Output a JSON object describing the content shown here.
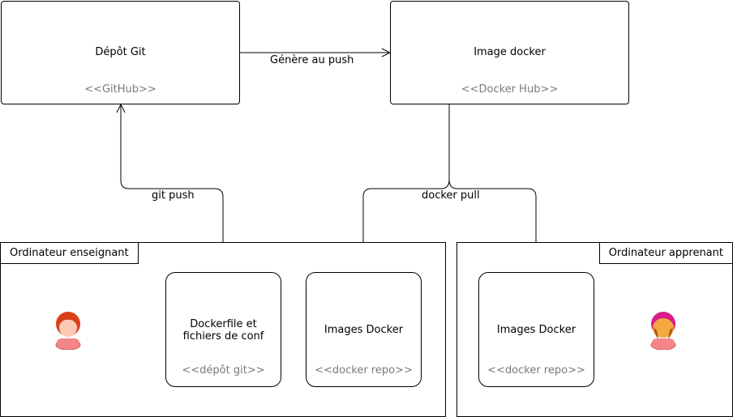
{
  "nodes": {
    "git_repo": {
      "title": "Dépôt Git",
      "stereotype": "<<GitHub>>"
    },
    "docker_image": {
      "title": "Image docker",
      "stereotype": "<<Docker Hub>>"
    },
    "dockerfile": {
      "title": "Dockerfile et fichiers de conf",
      "stereotype": "<<dépôt git>>"
    },
    "images_teacher": {
      "title": "Images Docker",
      "stereotype": "<<docker repo>>"
    },
    "images_learner": {
      "title": "Images Docker",
      "stereotype": "<<docker repo>>"
    }
  },
  "frames": {
    "teacher": {
      "label": "Ordinateur enseignant"
    },
    "learner": {
      "label": "Ordinateur apprenant"
    }
  },
  "edges": {
    "generates": "Génère  au push",
    "git_push": "git push",
    "docker_pull": "docker pull"
  },
  "actors": {
    "teacher": {
      "icon": "teacher-person-icon",
      "hair": "#d8401a",
      "skin": "#fccab4",
      "body": "#f4868a"
    },
    "learner": {
      "icon": "learner-person-icon",
      "hair": "#d81c88",
      "skin": "#f5a840",
      "body": "#f4868a"
    }
  }
}
